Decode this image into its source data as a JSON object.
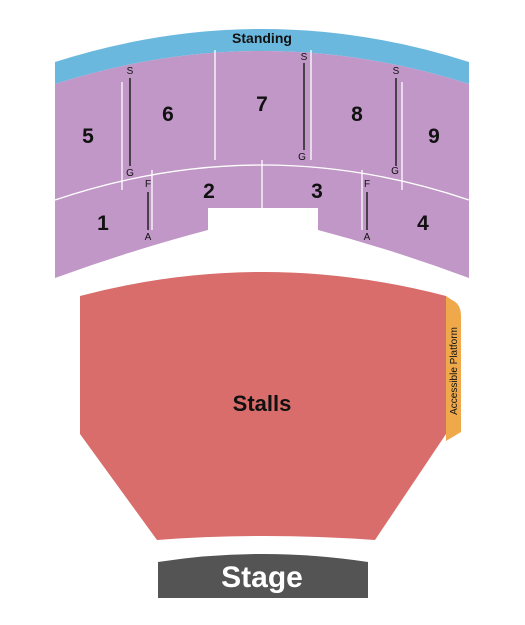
{
  "colors": {
    "standing": "#6bb8de",
    "balcony": "#c097c6",
    "balcony_lines": "#ffffff",
    "stalls": "#d86d6b",
    "accessible": "#f0a94a",
    "stage": "#545454"
  },
  "standing": {
    "label": "Standing"
  },
  "balcony": {
    "sections": {
      "s1": "1",
      "s2": "2",
      "s3": "3",
      "s4": "4",
      "s5": "5",
      "s6": "6",
      "s7": "7",
      "s8": "8",
      "s9": "9"
    },
    "row_markers": {
      "s1_front": "A",
      "s1_back": "F",
      "s4_front": "A",
      "s4_back": "F",
      "s6_front": "G",
      "s6_back": "S",
      "s7_front": "G",
      "s7_back": "S",
      "s8_front": "G",
      "s8_back": "S"
    }
  },
  "stalls": {
    "label": "Stalls"
  },
  "accessible_platform": {
    "label": "Accessible Platform"
  },
  "stage": {
    "label": "Stage"
  }
}
